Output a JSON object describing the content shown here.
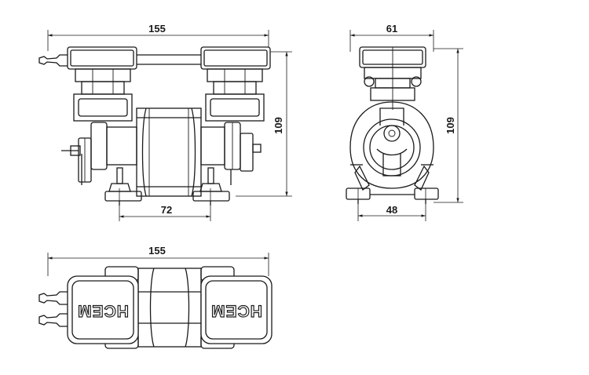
{
  "dimensions": {
    "front_width": "155",
    "front_height": "109",
    "front_mount_spacing": "72",
    "side_width": "61",
    "side_height": "109",
    "side_mount_spacing": "48",
    "top_width": "155"
  },
  "logo_text": {
    "left": "HCEM",
    "right": "HCEM"
  },
  "colors": {
    "line": "#1a1a1a",
    "background": "#ffffff"
  }
}
